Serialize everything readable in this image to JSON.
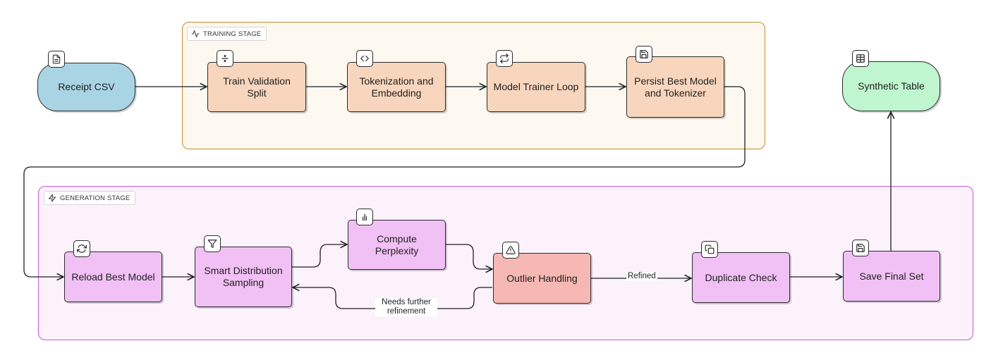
{
  "groups": {
    "training": {
      "label": "TRAINING STAGE",
      "icon": "activity-icon",
      "border_color": "#c88a2c"
    },
    "generation": {
      "label": "GENERATION STAGE",
      "icon": "zap-icon",
      "border_color": "#c25bd0"
    }
  },
  "nodes": {
    "receipt_csv": {
      "label": "Receipt CSV",
      "icon": "file-text-icon",
      "fill": "#a9d4e4"
    },
    "train_validation_split": {
      "label": "Train Validation Split",
      "icon": "divide-icon",
      "fill": "#f8d6bd"
    },
    "tokenization_embedding": {
      "label": "Tokenization and Embedding",
      "icon": "code-icon",
      "fill": "#f8d6bd"
    },
    "model_trainer_loop": {
      "label": "Model Trainer Loop",
      "icon": "repeat-icon",
      "fill": "#f8d6bd"
    },
    "persist_best": {
      "label": "Persist Best Model and Tokenizer",
      "icon": "save-icon",
      "fill": "#f8d6bd"
    },
    "synthetic_table": {
      "label": "Synthetic Table",
      "icon": "table-icon",
      "fill": "#bff6cf"
    },
    "reload_best": {
      "label": "Reload Best Model",
      "icon": "refresh-icon",
      "fill": "#f1c0f5"
    },
    "smart_sampling": {
      "label": "Smart Distribution Sampling",
      "icon": "filter-icon",
      "fill": "#f1c0f5"
    },
    "compute_perplexity": {
      "label": "Compute Perplexity",
      "icon": "bar-chart-icon",
      "fill": "#f1c0f5"
    },
    "outlier_handling": {
      "label": "Outlier Handling",
      "icon": "alert-triangle-icon",
      "fill": "#f6b8b4"
    },
    "duplicate_check": {
      "label": "Duplicate Check",
      "icon": "copy-icon",
      "fill": "#f1c0f5"
    },
    "save_final": {
      "label": "Save Final Set",
      "icon": "save-icon",
      "fill": "#f1c0f5"
    }
  },
  "edges": [
    {
      "from": "receipt_csv",
      "to": "train_validation_split"
    },
    {
      "from": "train_validation_split",
      "to": "tokenization_embedding"
    },
    {
      "from": "tokenization_embedding",
      "to": "model_trainer_loop"
    },
    {
      "from": "model_trainer_loop",
      "to": "persist_best"
    },
    {
      "from": "persist_best",
      "to": "reload_best"
    },
    {
      "from": "reload_best",
      "to": "smart_sampling"
    },
    {
      "from": "smart_sampling",
      "to": "compute_perplexity"
    },
    {
      "from": "compute_perplexity",
      "to": "outlier_handling"
    },
    {
      "from": "outlier_handling",
      "to": "smart_sampling",
      "label": "Needs further refinement"
    },
    {
      "from": "outlier_handling",
      "to": "duplicate_check",
      "label": "Refined"
    },
    {
      "from": "duplicate_check",
      "to": "save_final"
    },
    {
      "from": "save_final",
      "to": "synthetic_table"
    }
  ],
  "edge_labels": {
    "refined": "Refined",
    "needs_refinement_line1": "Needs further",
    "needs_refinement_line2": "refinement"
  }
}
